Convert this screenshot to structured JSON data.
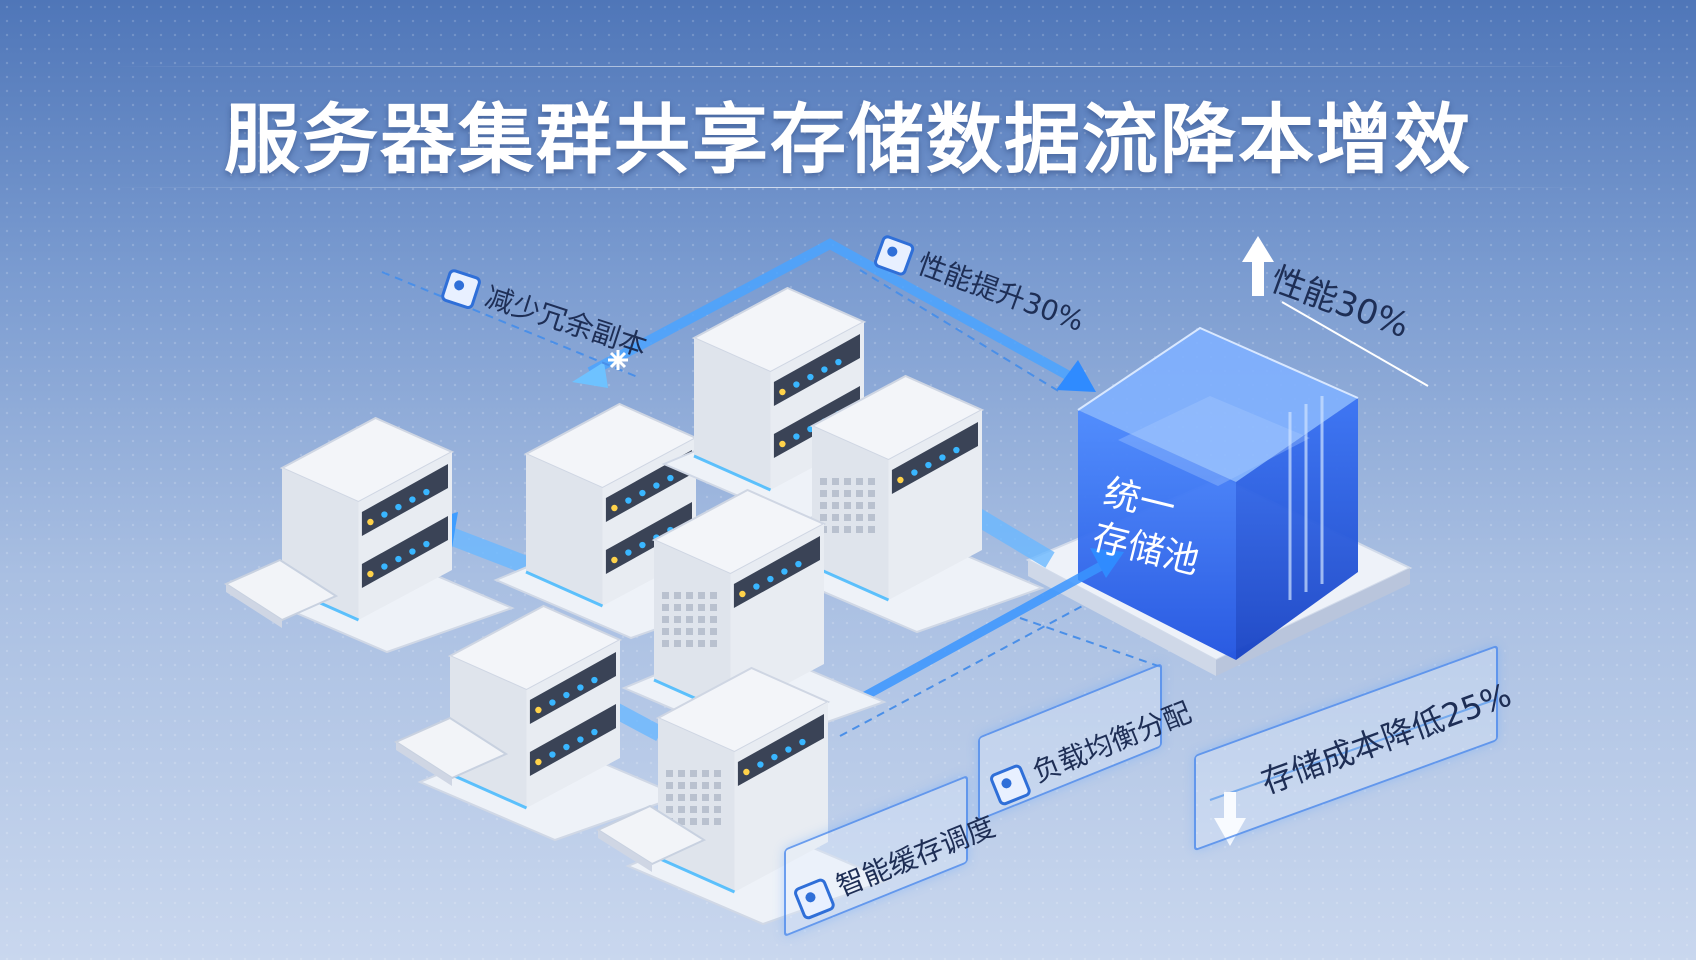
{
  "title": "服务器集群共享存储数据流降本增效",
  "pool_label_line1": "统一",
  "pool_label_line2": "存储池",
  "labels": {
    "reduce_replicas": "减少冗余副本",
    "perf_boost": "性能提升30%",
    "perf_up": "性能30%",
    "cost_down": "存储成本降低25%",
    "load_balance": "负载均衡分配",
    "smart_cache": "智能缓存调度"
  },
  "icons": {
    "reduce_replicas": "shield-icon",
    "perf_boost": "database-icon",
    "perf_up": "arrow-up-icon",
    "cost_down": "arrow-down-icon",
    "load_balance": "home-shield-icon",
    "smart_cache": "brain-icon"
  },
  "colors": {
    "accent": "#2f7bff",
    "cube": "#2a6df0",
    "server_body": "#f3f5f9",
    "server_bezel": "#3a4356",
    "led_blue": "#39b6ff",
    "led_yellow": "#ffd24a"
  }
}
